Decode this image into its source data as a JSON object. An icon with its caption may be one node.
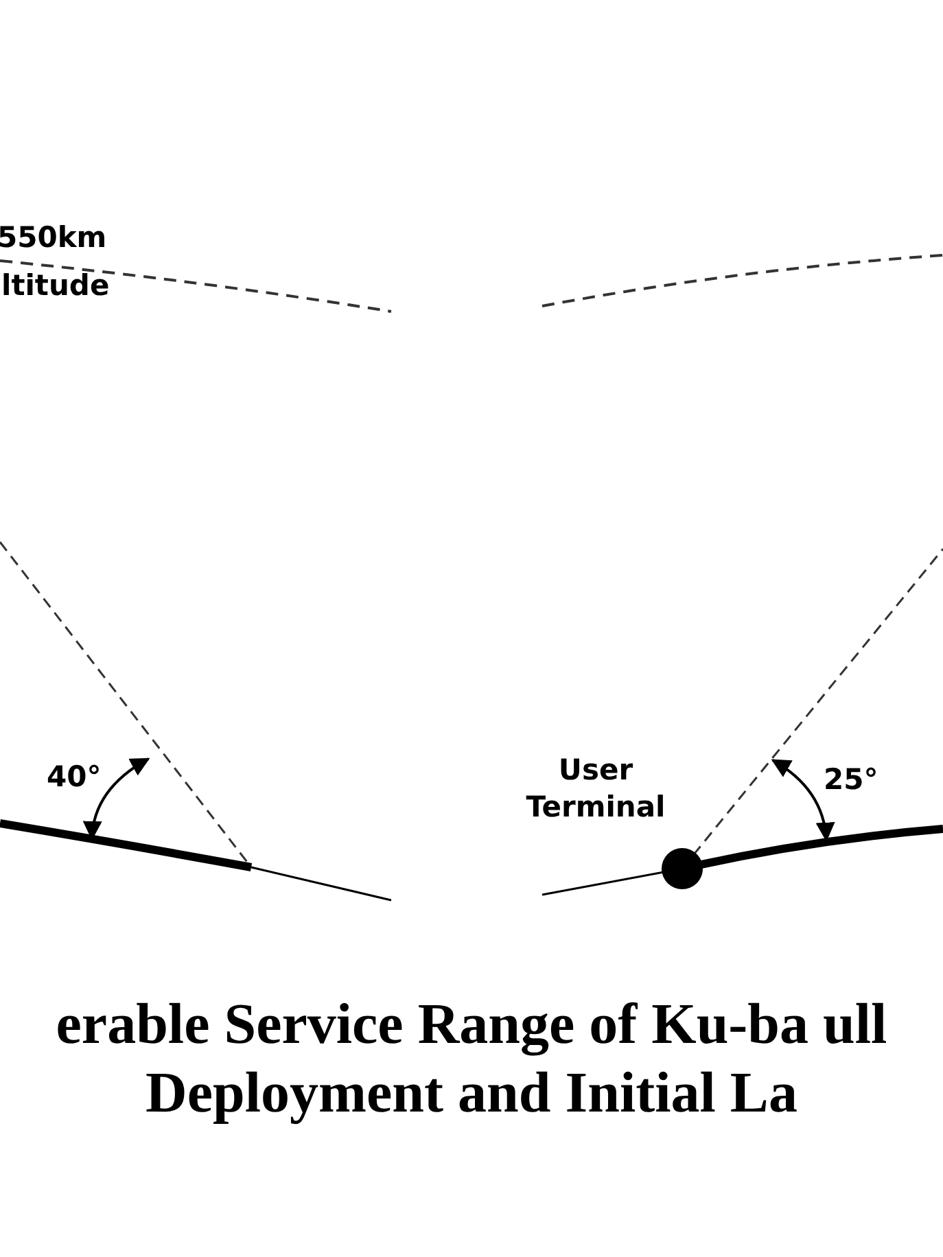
{
  "diagram": {
    "caption": "erable Service Range of Ku-ba ull Deployment and Initial La",
    "labels": [
      "550km",
      "ltitude",
      "40°",
      "User Terminal",
      "25°"
    ]
  }
}
